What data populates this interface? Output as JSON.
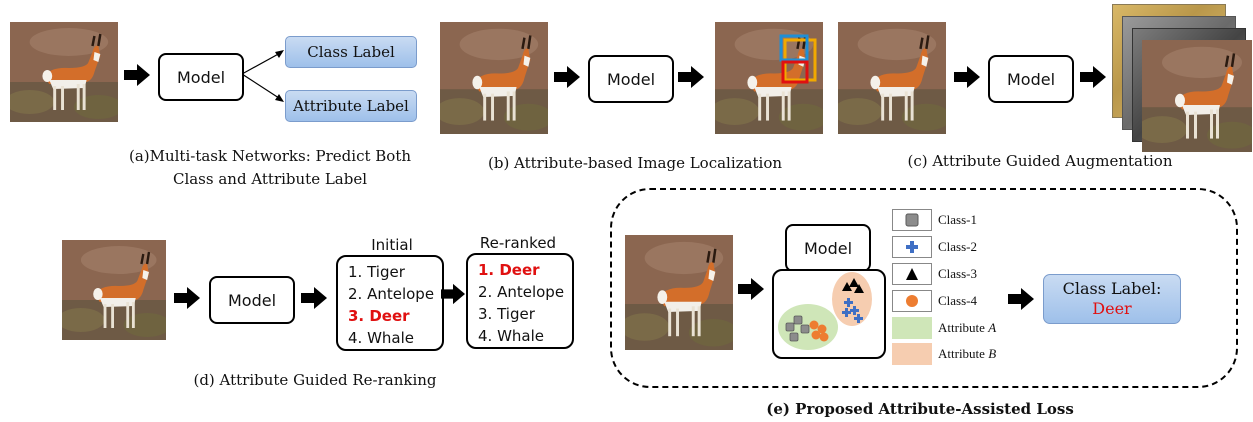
{
  "panel_a": {
    "model": "Model",
    "class_label": "Class Label",
    "attribute_label": "Attribute Label",
    "caption_line1": "(a)Multi-task Networks: Predict Both",
    "caption_line2": "Class and Attribute Label"
  },
  "panel_b": {
    "model": "Model",
    "caption": "(b) Attribute-based Image Localization"
  },
  "panel_c": {
    "model": "Model",
    "caption": "(c) Attribute Guided Augmentation"
  },
  "panel_d": {
    "model": "Model",
    "initial_title": "Initial",
    "reranked_title": "Re-ranked",
    "initial": [
      "1. Tiger",
      "2. Antelope",
      "3. Deer",
      "4. Whale"
    ],
    "reranked": [
      "1. Deer",
      "2. Antelope",
      "3. Tiger",
      "4. Whale"
    ],
    "caption": "(d) Attribute Guided Re-ranking"
  },
  "panel_e": {
    "model": "Model",
    "legend": {
      "class1": "Class-1",
      "class2": "Class-2",
      "class3": "Class-3",
      "class4": "Class-4",
      "attr_a_prefix": "Attribute ",
      "attr_a_letter": "A",
      "attr_b_prefix": "Attribute ",
      "attr_b_letter": "B"
    },
    "output_label": "Class Label:",
    "output_value": "Deer",
    "caption": "(e) Proposed Attribute-Assisted Loss"
  },
  "colors": {
    "highlight_red": "#e01010",
    "label_blue": "#9ec0ea",
    "attribute_a": "#cfe6b8",
    "attribute_b": "#f6cdb0",
    "class2_blue": "#3f6fc4",
    "class4_orange": "#ed7d31"
  }
}
